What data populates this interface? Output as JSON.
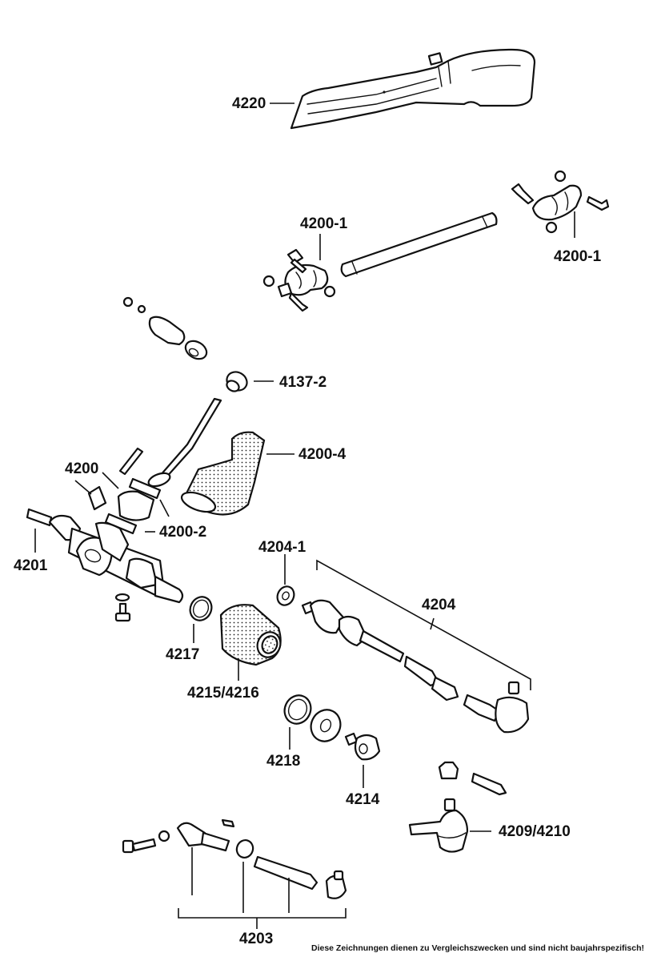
{
  "diagram": {
    "type": "exploded-parts-drawing",
    "subject": "steering rack and linkage",
    "part_labels": [
      {
        "id": "4220",
        "text": "4220",
        "part": "heat shield / guard plate"
      },
      {
        "id": "4200-1-left",
        "text": "4200-1",
        "part": "universal joint (lower)"
      },
      {
        "id": "4200-1-right",
        "text": "4200-1",
        "part": "universal joint (upper)"
      },
      {
        "id": "4137-2",
        "text": "4137-2",
        "part": "rubber bushing"
      },
      {
        "id": "4200-4",
        "text": "4200-4",
        "part": "pinion boot"
      },
      {
        "id": "4200",
        "text": "4200",
        "part": "pinion seal / sleeve"
      },
      {
        "id": "4200-2",
        "text": "4200-2",
        "part": "gasket"
      },
      {
        "id": "4201",
        "text": "4201",
        "part": "steering rack housing"
      },
      {
        "id": "4204-1",
        "text": "4204-1",
        "part": "seal ring"
      },
      {
        "id": "4204",
        "text": "4204",
        "part": "tie rod assembly"
      },
      {
        "id": "4217",
        "text": "4217",
        "part": "clamp ring"
      },
      {
        "id": "4215-4216",
        "text": "4215/4216",
        "part": "rack boot"
      },
      {
        "id": "4218",
        "text": "4218",
        "part": "clamp ring"
      },
      {
        "id": "4214",
        "text": "4214",
        "part": "inner joint"
      },
      {
        "id": "4209-4210",
        "text": "4209/4210",
        "part": "tie rod end"
      },
      {
        "id": "4203",
        "text": "4203",
        "part": "tie rod kit"
      }
    ],
    "footnote": "Diese Zeichnungen dienen zu Vergleichszwecken und sind nicht baujahrspezifisch!"
  }
}
